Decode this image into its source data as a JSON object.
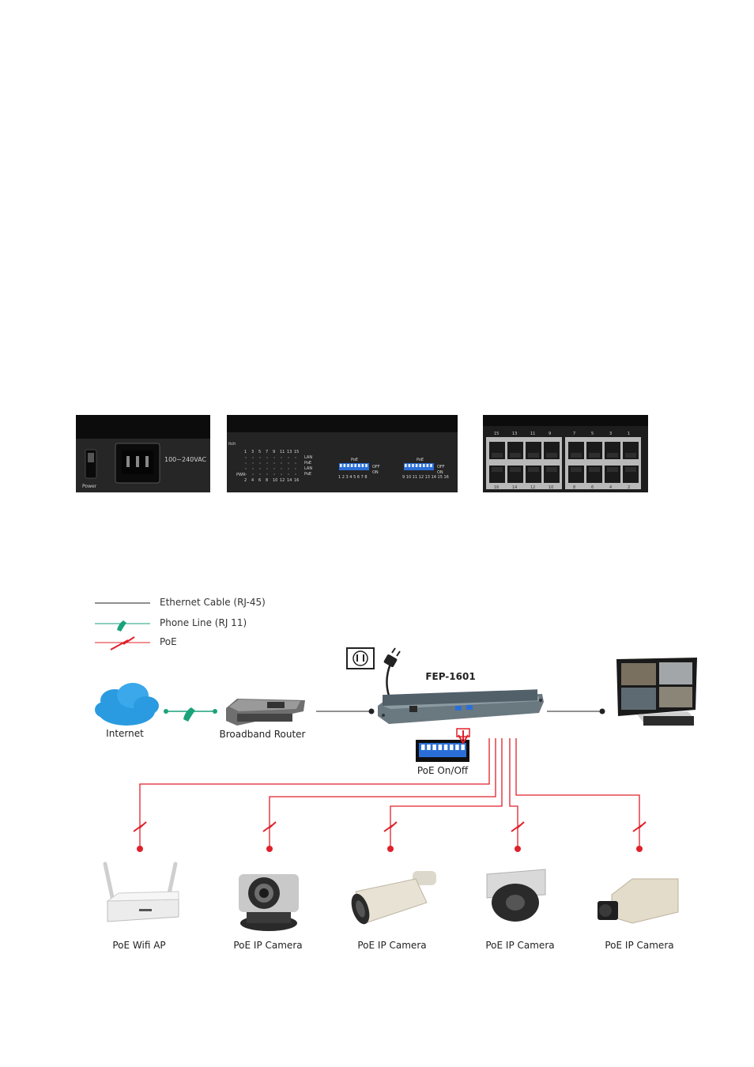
{
  "photos": {
    "power": {
      "voltage": "100~240VAC",
      "switch_label": "Power"
    },
    "leds": {
      "brand_fragment": "itch",
      "port_numbers_top": [
        "1",
        "3",
        "5",
        "7",
        "9",
        "11",
        "13",
        "15"
      ],
      "port_numbers_bottom": [
        "2",
        "4",
        "6",
        "8",
        "10",
        "12",
        "14",
        "16"
      ],
      "row_labels": [
        "LAN",
        "PoE",
        "LAN",
        "PoE"
      ],
      "pwr_label": "PWR",
      "dip_group_1": {
        "title": "PoE",
        "off": "OFF",
        "on": "ON",
        "numbers": "1 2 3 4 5 6 7 8"
      },
      "dip_group_2": {
        "title": "PoE",
        "off": "OFF",
        "on": "ON",
        "numbers": "9 10 11 12 13 14 15 16"
      }
    },
    "ports": {
      "top_numbers": [
        "15",
        "13",
        "11",
        "9",
        "7",
        "5",
        "3",
        "1"
      ],
      "bottom_numbers": [
        "16",
        "14",
        "12",
        "10",
        "8",
        "6",
        "4",
        "2"
      ]
    }
  },
  "legend": {
    "ethernet": "Ethernet Cable (RJ-45)",
    "phone": "Phone Line (RJ 11)",
    "poe": "PoE"
  },
  "nodes": {
    "internet": "Internet",
    "router": "Broadband Router",
    "switch": "FEP-1601",
    "poe_switch": "PoE On/Off",
    "devices": [
      "PoE Wifi AP",
      "PoE IP Camera",
      "PoE IP Camera",
      "PoE IP Camera",
      "PoE IP Camera"
    ]
  },
  "colors": {
    "ethernet": "#222222",
    "phone": "#1aa27b",
    "poe": "#e0202a",
    "cloud": "#2a9be0",
    "dip": "#2a6fd8"
  }
}
